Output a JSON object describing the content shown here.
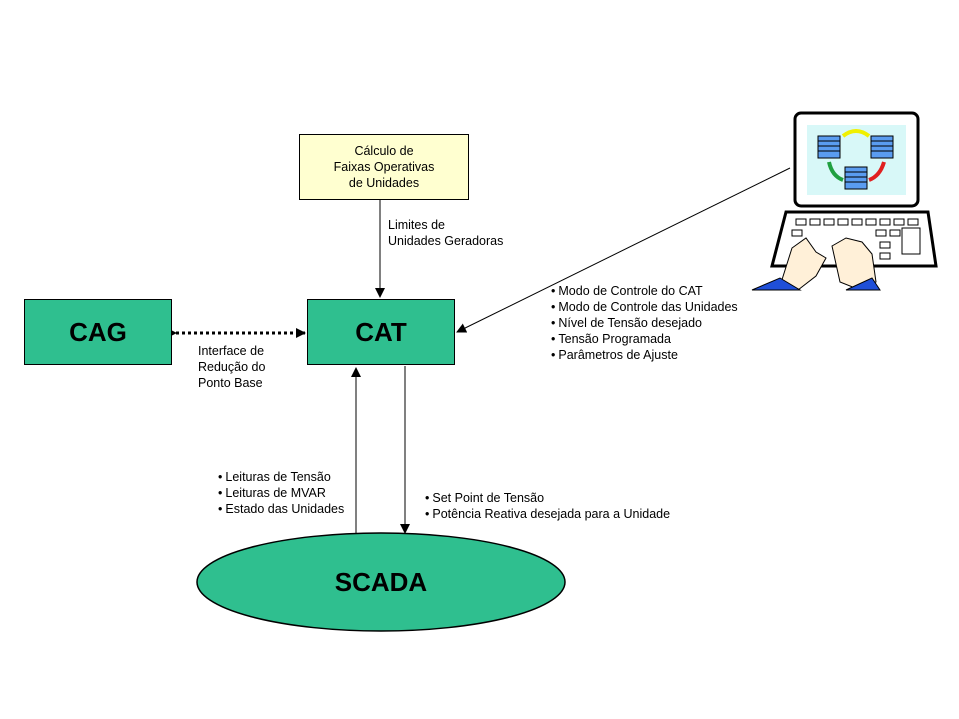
{
  "calc_box": {
    "lines": [
      "Cálculo de",
      "Faixas Operativas",
      "de Unidades"
    ]
  },
  "nodes": {
    "cag": "CAG",
    "cat": "CAT",
    "scada": "SCADA"
  },
  "labels": {
    "limites": [
      "Limites de",
      "Unidades Geradoras"
    ],
    "interface": [
      "Interface de",
      "Redução do",
      "Ponto Base"
    ],
    "operator_inputs": [
      "Modo de Controle do CAT",
      "Modo de Controle das Unidades",
      "Nível de Tensão desejado",
      "Tensão Programada",
      "Parâmetros de Ajuste"
    ],
    "scada_to_cat": [
      "Leituras de Tensão",
      "Leituras de MVAR",
      "Estado das Unidades"
    ],
    "cat_to_scada": [
      "Set Point de Tensão",
      "Potência Reativa desejada para a Unidade"
    ]
  },
  "colors": {
    "node_fill": "#2fbf8f",
    "calc_fill": "#ffffd0",
    "screen_fill": "#d8f8f8"
  },
  "icons": {
    "operator": "computer-with-typing-hands-icon"
  }
}
